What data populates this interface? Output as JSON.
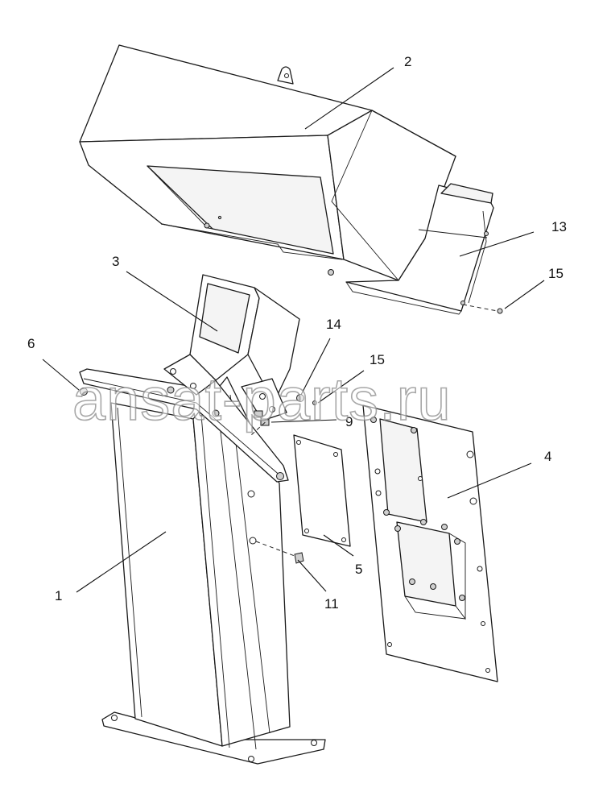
{
  "diagram": {
    "callouts": {
      "c1": "1",
      "c2": "2",
      "c3": "3",
      "c4": "4",
      "c5": "5",
      "c6": "6",
      "c9": "9",
      "c11": "11",
      "c13": "13",
      "c14": "14",
      "c15a": "15",
      "c15b": "15"
    },
    "watermark": "ansat-parts.ru"
  }
}
